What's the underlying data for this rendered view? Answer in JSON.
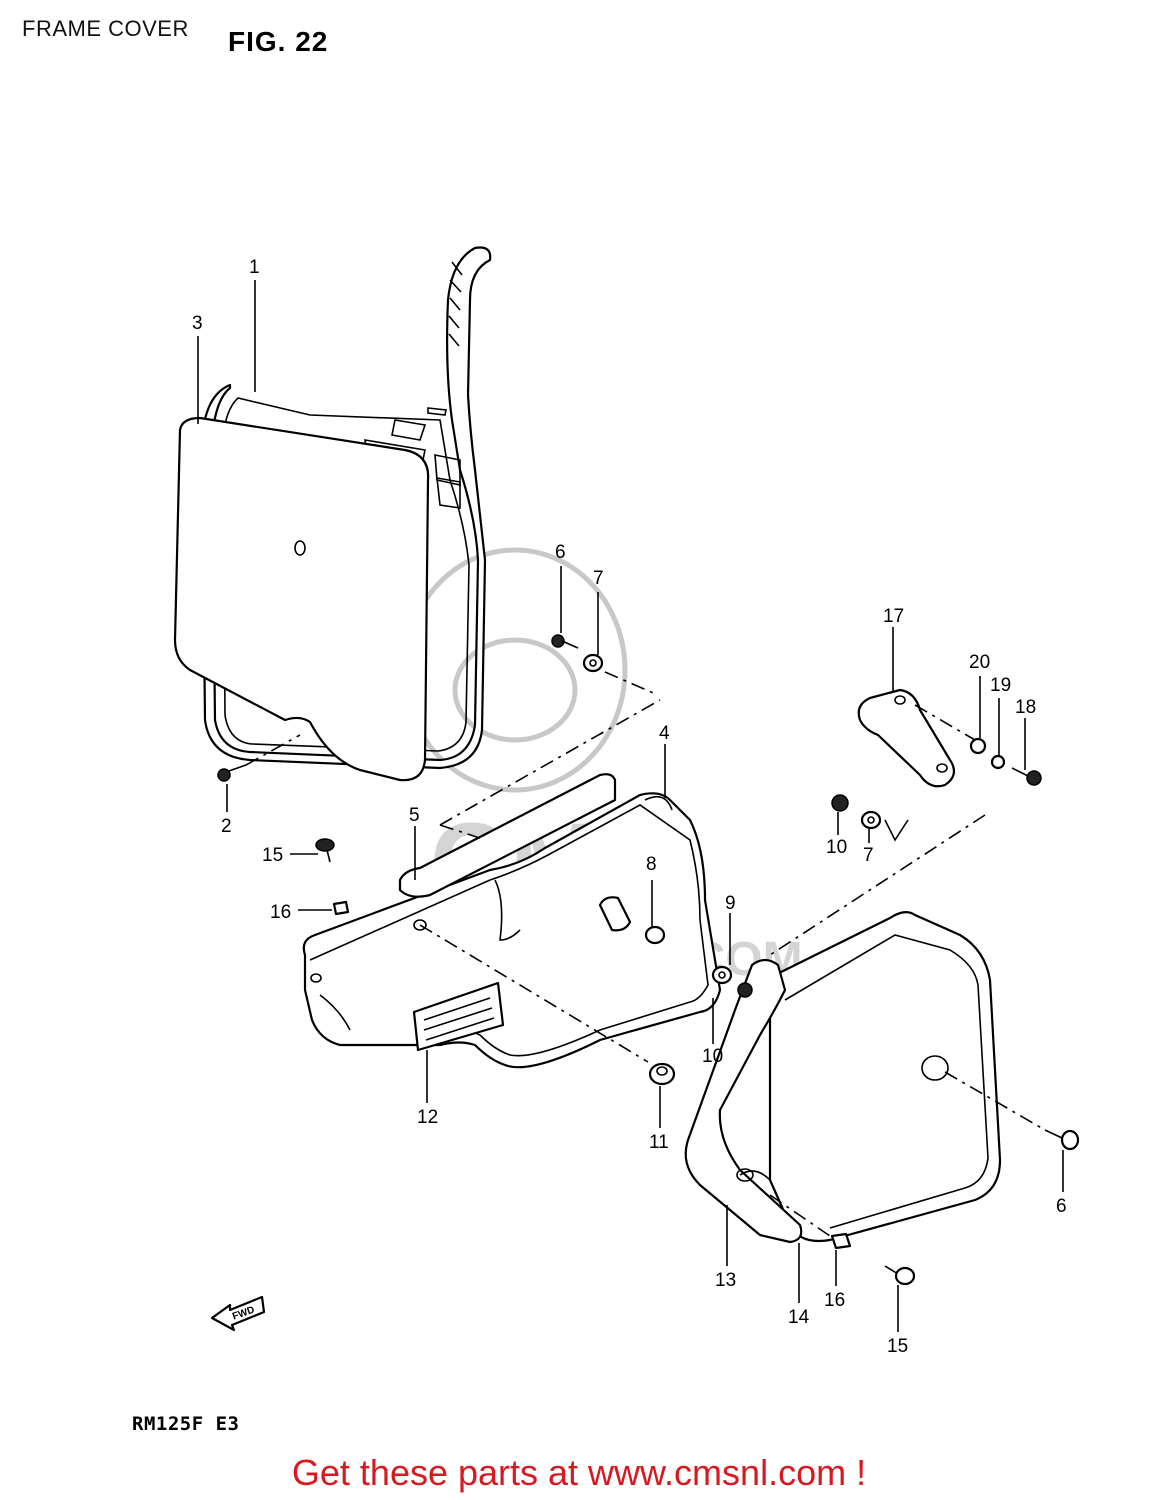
{
  "header": {
    "section_title": "FRAME COVER",
    "fig_label": "FIG. 22"
  },
  "model_code": "RM125F E3",
  "footer_link": "Get these parts at www.cmsnl.com !",
  "fwd_label": "FWD",
  "watermark": {
    "logo_text": "CMS",
    "url_text": "WWW.CMSNL.COM"
  },
  "part_numbers": {
    "p1": "1",
    "p2": "2",
    "p3": "3",
    "p4": "4",
    "p5": "5",
    "p6a": "6",
    "p6b": "6",
    "p7a": "7",
    "p7b": "7",
    "p8": "8",
    "p9": "9",
    "p10a": "10",
    "p10b": "10",
    "p11": "11",
    "p12": "12",
    "p13": "13",
    "p14": "14",
    "p15a": "15",
    "p15b": "15",
    "p16a": "16",
    "p16b": "16",
    "p17": "17",
    "p18": "18",
    "p19": "19",
    "p20": "20"
  }
}
